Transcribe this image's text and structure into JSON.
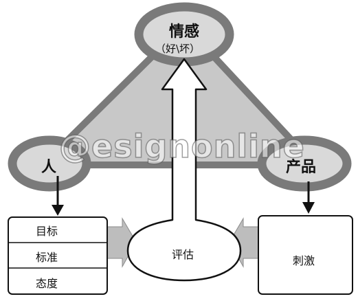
{
  "nodes": {
    "emotion": {
      "label": "情感",
      "sublabel": "（好\\坏）"
    },
    "person": {
      "label": "人"
    },
    "product": {
      "label": "产品"
    }
  },
  "person_attributes": [
    "目标",
    "标准",
    "态度"
  ],
  "evaluation": {
    "label": "评估"
  },
  "stimulus": {
    "label": "刺激"
  },
  "watermark": {
    "text": "@esignonline"
  },
  "colors": {
    "triangle_fill": "#c8c8c8",
    "node_ring": "#7a7a7a",
    "node_inner": "#d9d9d9",
    "arrow_fill": "#bdbdbd",
    "line": "#111111"
  }
}
